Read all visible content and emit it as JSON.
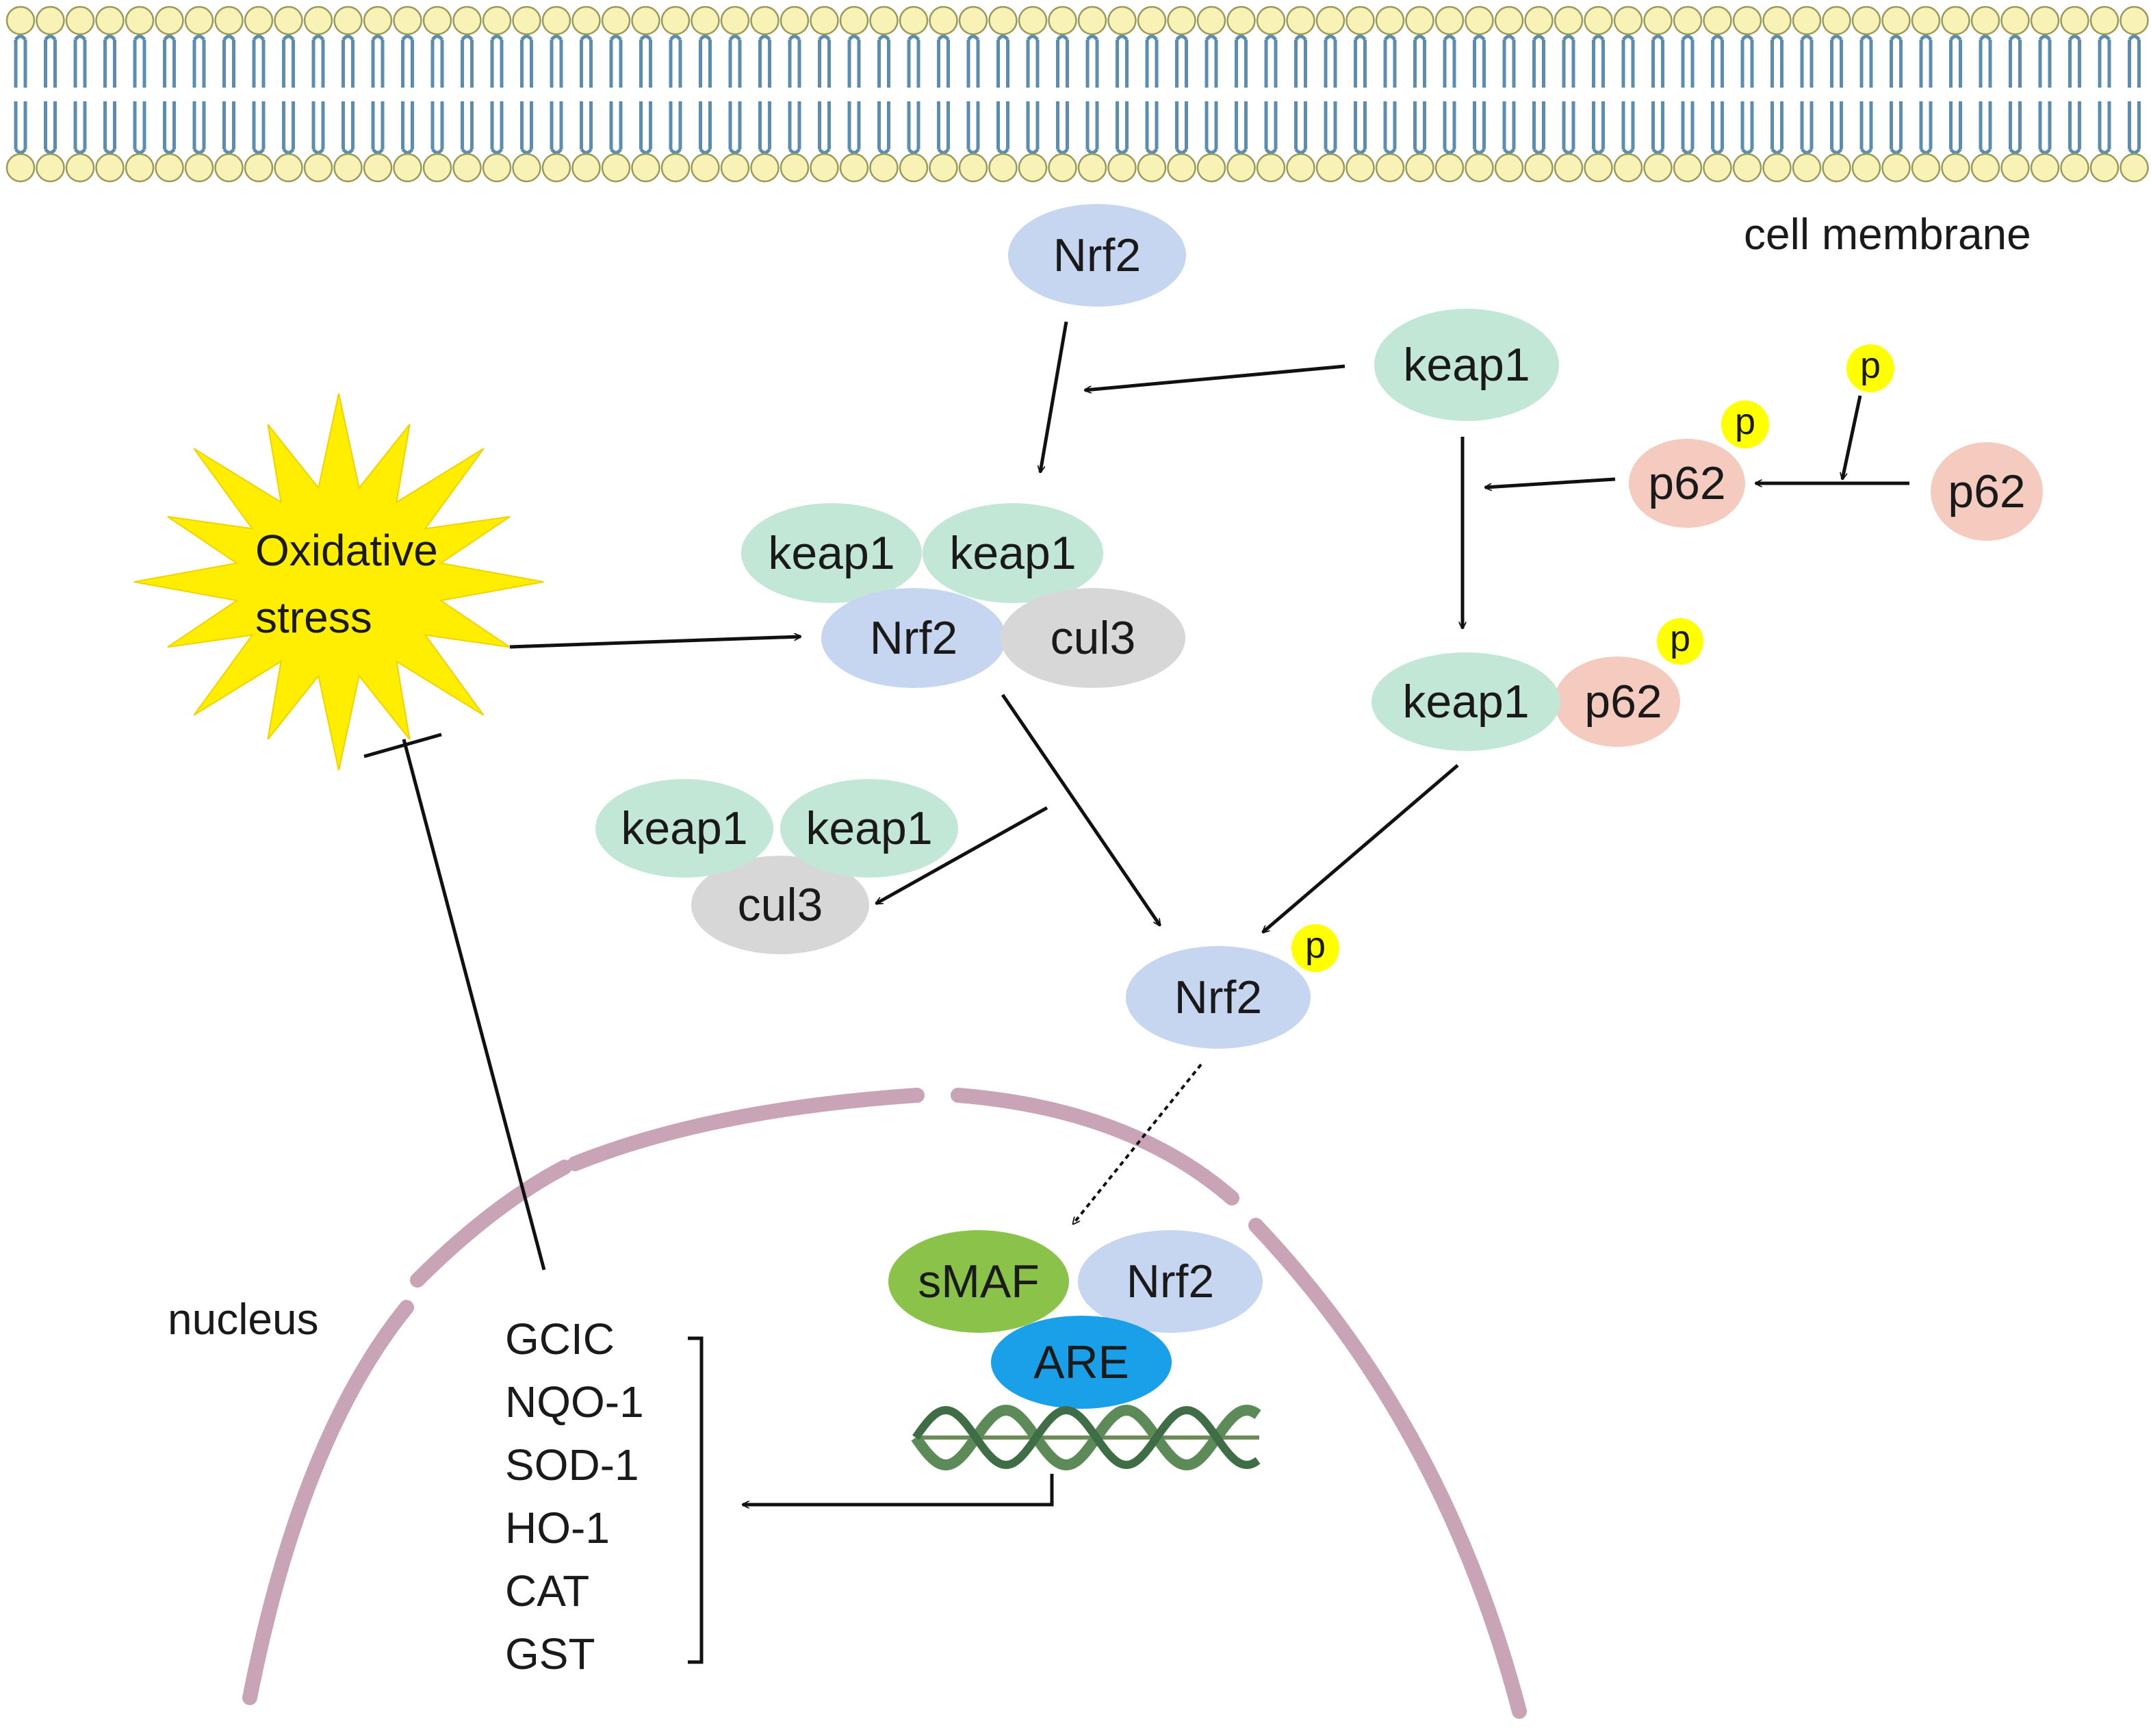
{
  "labels": {
    "cell_membrane": "cell membrane",
    "nucleus": "nucleus",
    "oxidative_stress": [
      "Oxidative",
      "stress"
    ],
    "phospho": "p"
  },
  "molecules": {
    "nrf2": "Nrf2",
    "keap1": "keap1",
    "cul3": "cul3",
    "p62": "p62",
    "smaf": "sMAF",
    "are": "ARE"
  },
  "target_genes": [
    "GCIC",
    "NQO-1",
    "SOD-1",
    "HO-1",
    "CAT",
    "GST"
  ],
  "colors": {
    "nrf2": "#c6d5f0",
    "keap1": "#c3e7d6",
    "cul3": "#d7d7d7",
    "p62": "#f5cbc0",
    "smaf": "#8bc34a",
    "are": "#1aa0e8",
    "phospho": "#ffff00",
    "stress": "#ffee00",
    "membrane_head": "#f8f2b6",
    "membrane_tail": "#5b8db0",
    "nuclear_envelope": "#c9a4b7"
  }
}
